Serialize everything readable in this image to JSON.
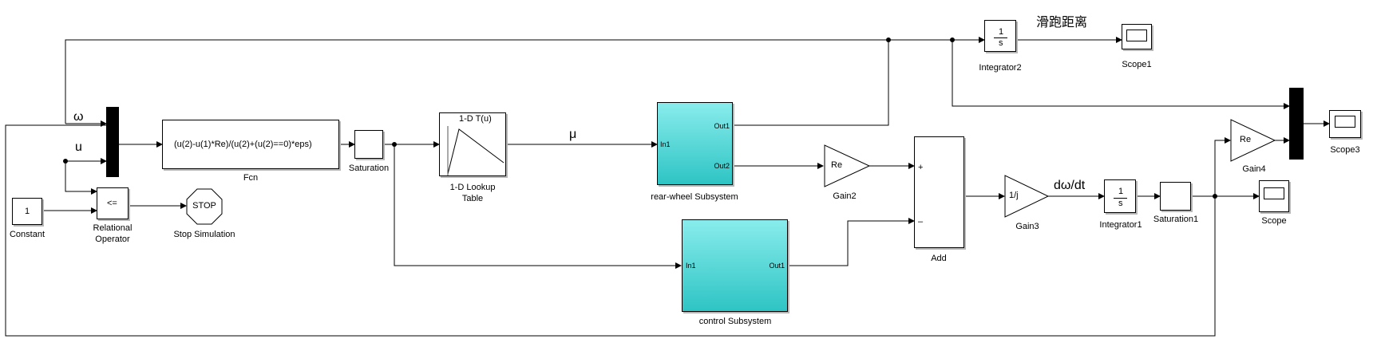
{
  "blocks": {
    "integrator2": {
      "label": "Integrator2",
      "num": "1",
      "den": "s"
    },
    "scope1": {
      "label": "Scope1"
    },
    "annotation_distance": "滑跑距离",
    "fcn": {
      "label": "Fcn",
      "expr": "(u(2)-u(1)*Re)/(u(2)+(u(2)==0)*eps)"
    },
    "saturation": {
      "label": "Saturation"
    },
    "lookup": {
      "label_line1": "1-D Lookup",
      "label_line2": "Table",
      "title": "1-D T(u)"
    },
    "rear_wheel": {
      "label": "rear-wheel Subsystem",
      "in1": "In1",
      "out1": "Out1",
      "out2": "Out2"
    },
    "control": {
      "label": "control Subsystem",
      "in1": "In1",
      "out1": "Out1"
    },
    "gain2": {
      "label": "Gain2",
      "value": "Re"
    },
    "add": {
      "label": "Add",
      "plus": "+",
      "minus": "–"
    },
    "gain3": {
      "label": "Gain3",
      "value": "1/j"
    },
    "integrator1": {
      "label": "Integrator1",
      "num": "1",
      "den": "s"
    },
    "saturation1": {
      "label": "Saturation1"
    },
    "scope": {
      "label": "Scope"
    },
    "gain4": {
      "label": "Gain4",
      "value": "Re"
    },
    "scope3": {
      "label": "Scope3"
    },
    "constant": {
      "label": "Constant",
      "value": "1"
    },
    "relop": {
      "label_line1": "Relational",
      "label_line2": "Operator",
      "op": "<="
    },
    "stop": {
      "label": "Stop Simulation",
      "text": "STOP"
    }
  },
  "signals": {
    "omega": "ω",
    "u": "u",
    "mu": "μ",
    "domega_dt": "dω/dt"
  }
}
